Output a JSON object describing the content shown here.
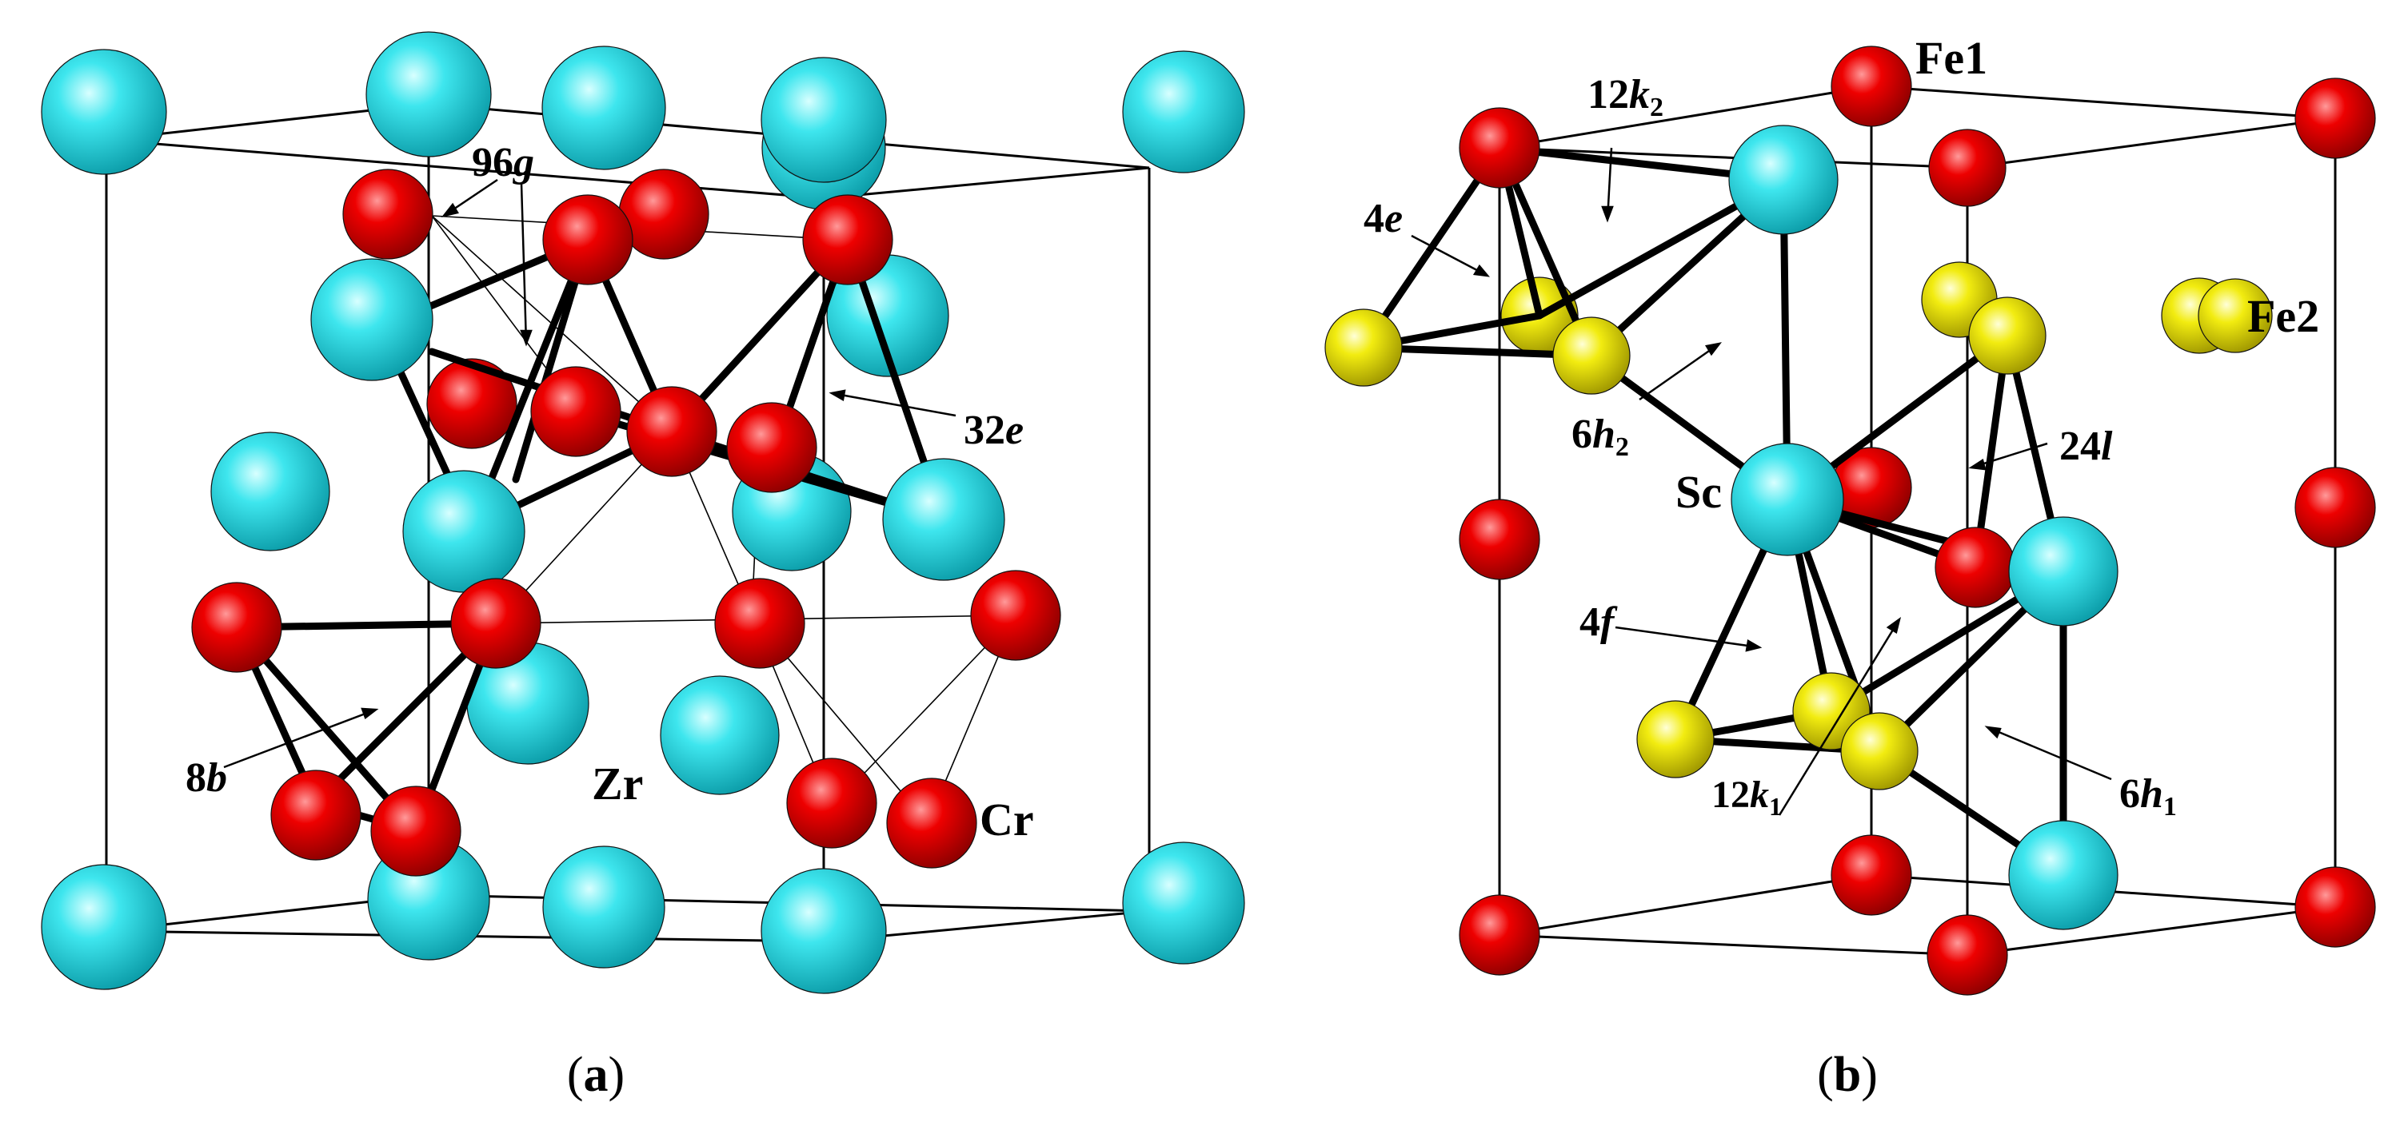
{
  "colors": {
    "zr": "#18d4dc",
    "cr": "#ee0000",
    "sc": "#18d4dc",
    "fe1": "#ee0000",
    "fe2": "#f2ec10",
    "bond": "#000000"
  },
  "panels": [
    {
      "id": "a",
      "caption_open": "(",
      "caption_letter": "a",
      "caption_close": ")",
      "labels": {
        "site_96g_main": "96",
        "site_96g_italic": "g",
        "site_32e_main": "32",
        "site_32e_italic": "e",
        "site_8b_main": "8",
        "site_8b_italic": "b",
        "atom_zr": "Zr",
        "atom_cr": "Cr"
      }
    },
    {
      "id": "b",
      "caption_open": "(",
      "caption_letter": "b",
      "caption_close": ")",
      "labels": {
        "atom_fe1": "Fe1",
        "atom_fe2": "Fe2",
        "atom_sc": "Sc",
        "site_12k2_main": "12",
        "site_12k2_italic": "k",
        "site_12k2_sub": "2",
        "site_4e_main": "4",
        "site_4e_italic": "e",
        "site_6h2_main": "6",
        "site_6h2_italic": "h",
        "site_6h2_sub": "2",
        "site_24l_main": "24",
        "site_24l_italic": "l",
        "site_4f_main": "4",
        "site_4f_italic": "f",
        "site_12k1_main": "12",
        "site_12k1_italic": "k",
        "site_12k1_sub": "1",
        "site_6h1_main": "6",
        "site_6h1_italic": "h",
        "site_6h1_sub": "1"
      }
    }
  ]
}
